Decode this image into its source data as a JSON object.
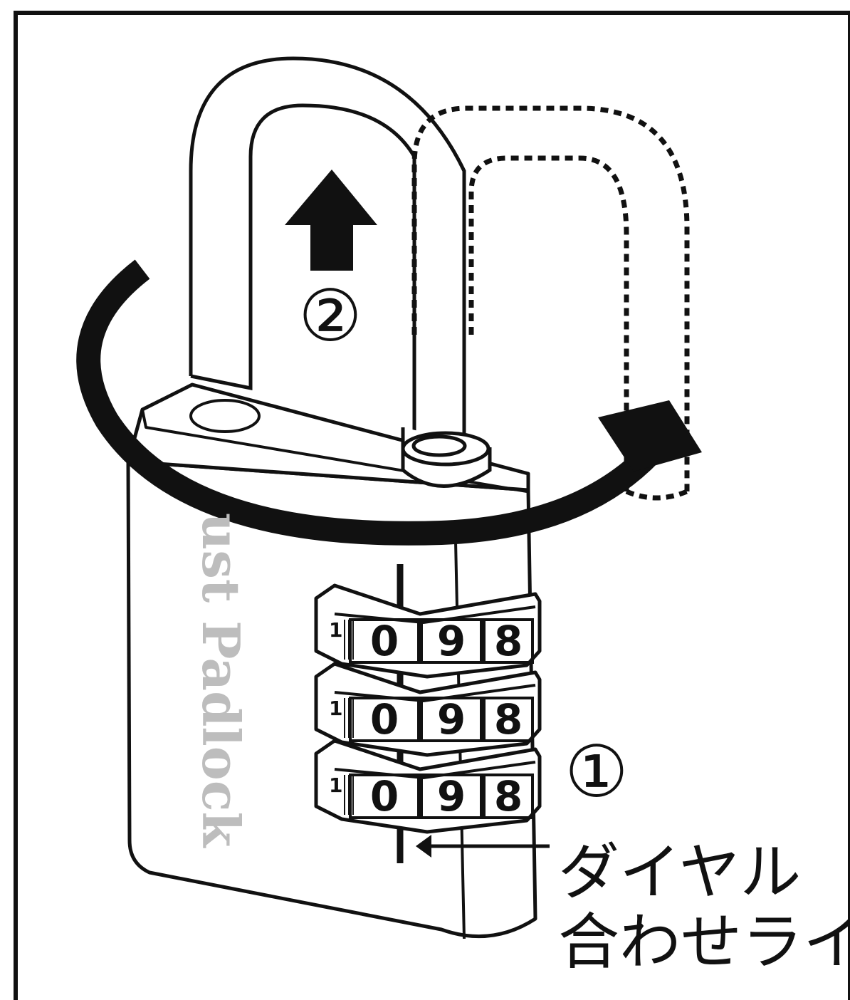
{
  "brand_text": "ust Padlock",
  "step_1": "①",
  "step_2": "②",
  "dial_label_line1": "ダイヤル",
  "dial_label_line2": "合わせライン",
  "dials": [
    {
      "digits": [
        "1",
        "0",
        "9",
        "8"
      ]
    },
    {
      "digits": [
        "1",
        "0",
        "9",
        "8"
      ]
    },
    {
      "digits": [
        "1",
        "0",
        "9",
        "8"
      ]
    }
  ],
  "colors": {
    "ink": "#111111",
    "brand": "#bdbdbd",
    "background": "#ffffff"
  }
}
